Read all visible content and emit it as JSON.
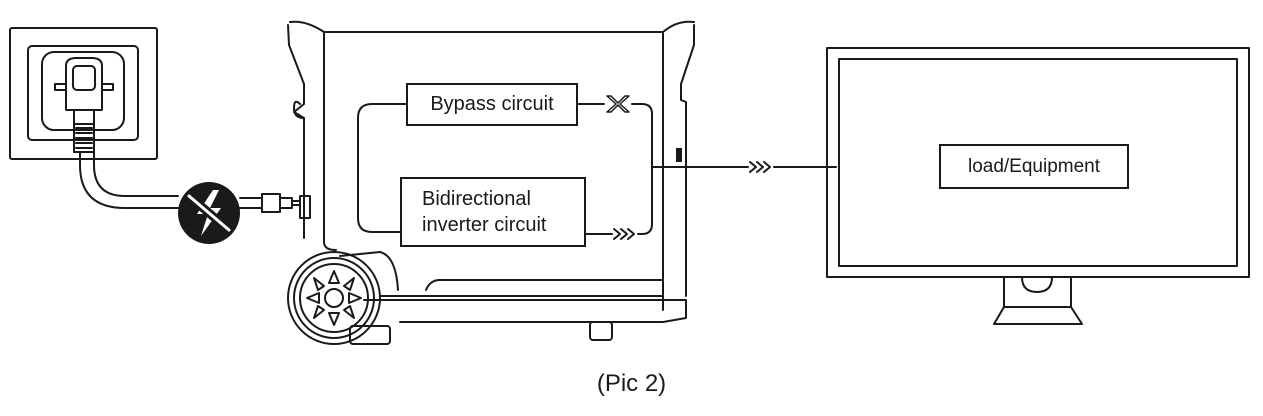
{
  "diagram": {
    "caption": "(Pic 2)",
    "bypass_label": "Bypass circuit",
    "inverter_label": "Bidirectional\ninverter circuit",
    "load_label": "load/Equipment",
    "icons": {
      "bypass_blocked": "x-mark-icon",
      "inverter_flow": "double-chevron-right-icon",
      "output_flow": "double-chevron-right-icon",
      "grid_status": "power-off-icon",
      "wall_outlet": "wall-outlet-icon",
      "power_station": "power-station-icon",
      "monitor": "monitor-icon"
    },
    "colors": {
      "line": "#1a1a1a",
      "background": "#ffffff"
    }
  }
}
